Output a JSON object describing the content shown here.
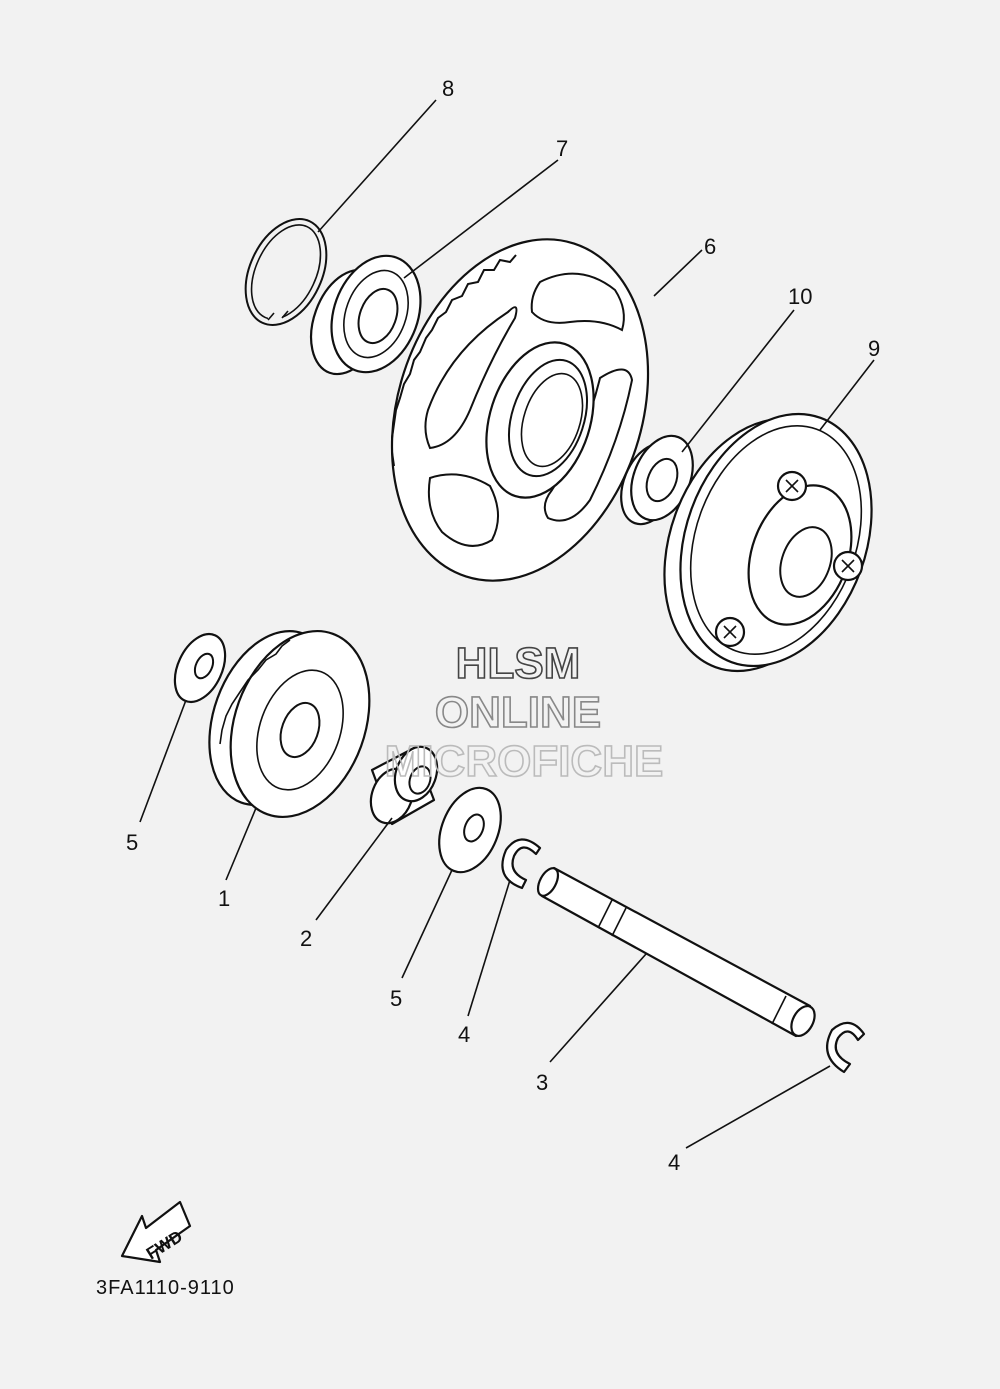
{
  "callouts": [
    {
      "id": "8",
      "label": "8"
    },
    {
      "id": "7",
      "label": "7"
    },
    {
      "id": "6",
      "label": "6"
    },
    {
      "id": "10",
      "label": "10"
    },
    {
      "id": "9",
      "label": "9"
    },
    {
      "id": "5a",
      "label": "5"
    },
    {
      "id": "1",
      "label": "1"
    },
    {
      "id": "2",
      "label": "2"
    },
    {
      "id": "5b",
      "label": "5"
    },
    {
      "id": "4a",
      "label": "4"
    },
    {
      "id": "3",
      "label": "3"
    },
    {
      "id": "4b",
      "label": "4"
    }
  ],
  "watermark": {
    "line1": "HLSM",
    "line2": "ONLINE",
    "line3": "MICROFICHE"
  },
  "fwd_label": "FWD",
  "figure_code": "3FA1110-9110"
}
